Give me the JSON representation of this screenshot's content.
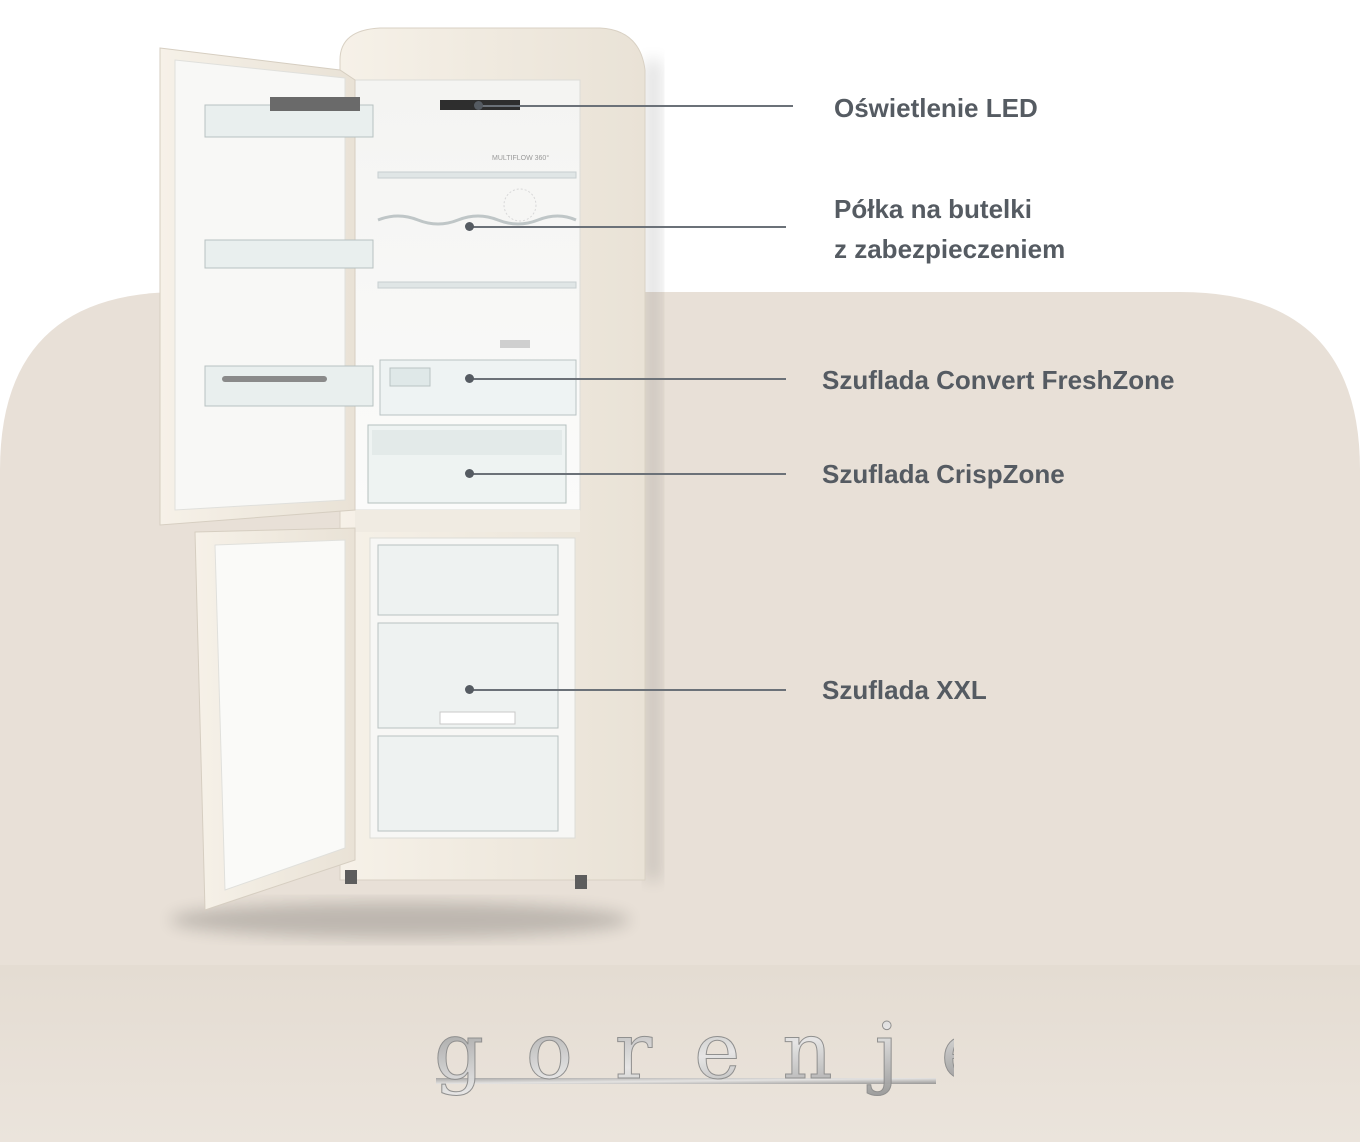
{
  "callouts": [
    {
      "id": "led",
      "lines": [
        "Oświetlenie LED"
      ]
    },
    {
      "id": "bottle-shelf",
      "lines": [
        "Półka na butelki",
        "z zabezpieczeniem"
      ]
    },
    {
      "id": "convert-freshzone",
      "lines": [
        "Szuflada Convert FreshZone"
      ]
    },
    {
      "id": "crispzone",
      "lines": [
        "Szuflada CrispZone"
      ]
    },
    {
      "id": "xxl",
      "lines": [
        "Szuflada XXL"
      ]
    }
  ],
  "brand": {
    "logo_text": "gorenje"
  },
  "product_markings": {
    "airflow_badge": "MULTIFLOW 360°"
  },
  "colors": {
    "background_beige": "#e8e0d7",
    "fridge_cream": "#f2ece2",
    "label_text": "#555b62",
    "leader_line": "#6b7178"
  }
}
